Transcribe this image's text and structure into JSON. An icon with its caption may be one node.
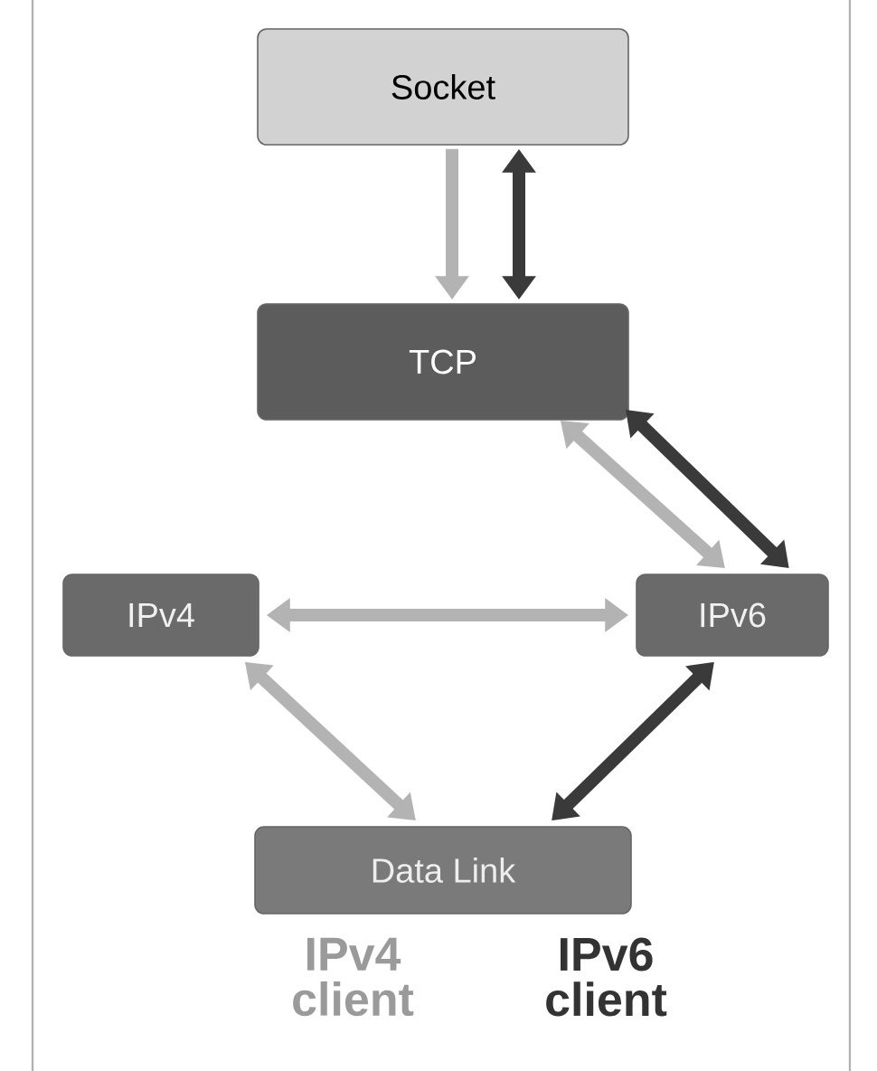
{
  "diagram": {
    "nodes": [
      {
        "text": [
          "Socket"
        ]
      },
      {
        "text": [
          "TCP"
        ]
      },
      {
        "text": [
          "IPv4"
        ]
      },
      {
        "text": [
          "IPv6"
        ]
      },
      {
        "text": [
          "Data Link"
        ]
      }
    ],
    "edges": [
      {
        "from": 0,
        "to": 1,
        "arrow": "to"
      },
      {
        "from": 0,
        "to": 1,
        "arrow": "both",
        "color": "#3a3a3a"
      },
      {
        "from": 1,
        "to": 3,
        "arrow": "both"
      },
      {
        "from": 1,
        "to": 3,
        "arrow": "both",
        "color": "#3a3a3a"
      },
      {
        "from": 2,
        "to": 3,
        "arrow": "both"
      },
      {
        "from": 2,
        "to": 4,
        "arrow": "both"
      },
      {
        "from": 3,
        "to": 4,
        "arrow": "both",
        "color": "#3a3a3a"
      }
    ],
    "labels": [
      "IPv4 client",
      "IPv6 client"
    ]
  }
}
